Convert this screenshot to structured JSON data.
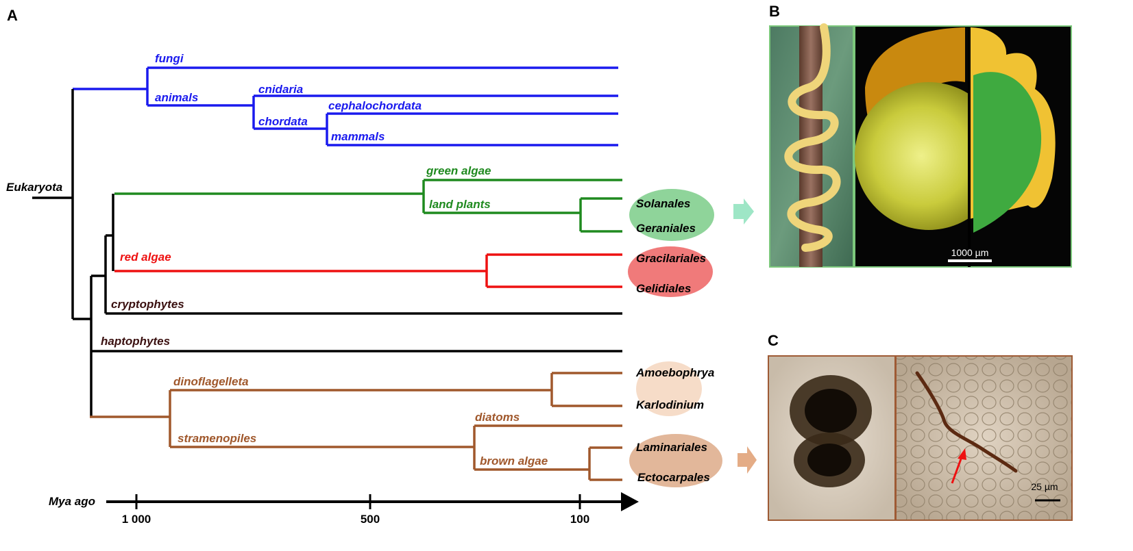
{
  "panels": {
    "a": "A",
    "b": "B",
    "c": "C"
  },
  "colors": {
    "fungi_animals": "#1a1aee",
    "plants": "#1f8a1f",
    "red": "#ee1111",
    "black": "#000000",
    "brown": "#a0582c",
    "ellipse_green": "#8fd49a",
    "ellipse_red": "#f07a7a",
    "ellipse_peach": "#f6dcc8",
    "ellipse_tan": "#e2b79a",
    "arrow_mint": "#9ee6c6",
    "arrow_tan": "#e4ac86"
  },
  "tree": {
    "root": "Eukaryota",
    "clades": {
      "fungi": "fungi",
      "animals": "animals",
      "cnidaria": "cnidaria",
      "chordata": "chordata",
      "cephalochordata": "cephalochordata",
      "mammals": "mammals",
      "green_algae": "green algae",
      "land_plants": "land plants",
      "red_algae": "red algae",
      "cryptophytes": "cryptophytes",
      "haptophytes": "haptophytes",
      "dinoflagelleta": "dinoflagelleta",
      "stramenopiles": "stramenopiles",
      "diatoms": "diatoms",
      "brown_algae": "brown algae"
    },
    "taxa": {
      "solanales": "Solanales",
      "geraniales": "Geraniales",
      "gracilariales": "Gracilariales",
      "gelidiales": "Gelidiales",
      "amoebophrya": "Amoebophrya",
      "karlodinium": "Karlodinium",
      "laminariales": "Laminariales",
      "ectocarpales": "Ectocarpales"
    }
  },
  "axis": {
    "label": "Mya ago",
    "ticks": [
      "1 000",
      "500",
      "100"
    ]
  },
  "scale_bars": {
    "b": "1000 µm",
    "c": "25 µm"
  }
}
